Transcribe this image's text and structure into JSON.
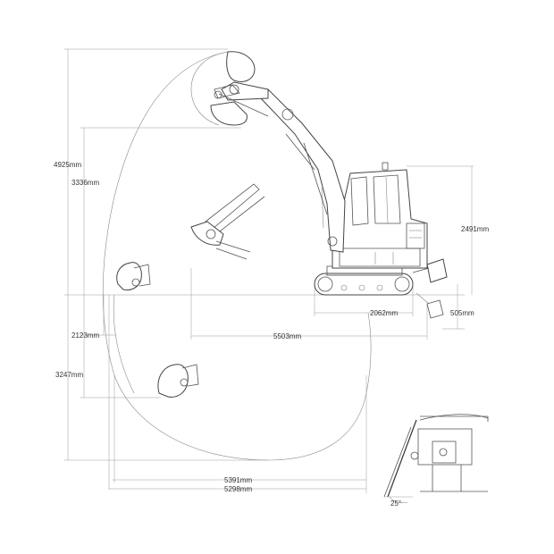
{
  "dimensions": {
    "max_reach_height": "4925mm",
    "max_dump_height": "3336mm",
    "max_vertical_wall_depth": "2123mm",
    "max_digging_depth": "3247mm",
    "cab_height": "2491mm",
    "track_length": "2062mm",
    "blade_depth": "505mm",
    "min_swing_radius_reach": "5503mm",
    "max_reach_ground": "5391mm",
    "max_digging_reach": "5298mm",
    "blade_angle": "25°"
  }
}
